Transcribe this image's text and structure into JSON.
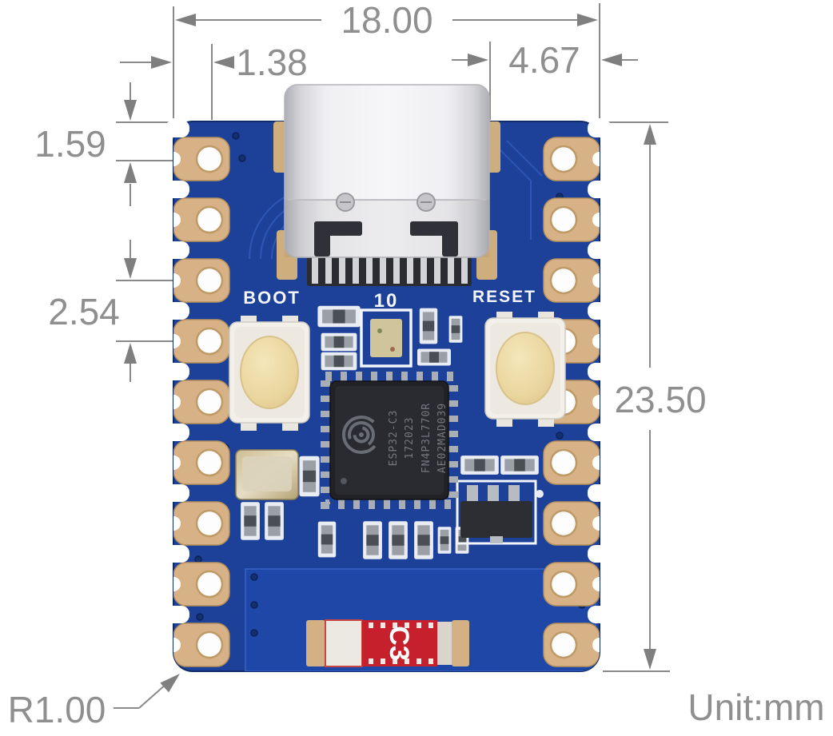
{
  "diagram": {
    "unit_note": "Unit:mm",
    "dims": {
      "board_width": "18.00",
      "pin_column_offset": "1.38",
      "usb_right_offset": "4.67",
      "first_pin_offset": "1.59",
      "pin_pitch": "2.54",
      "board_height": "23.50",
      "corner_radius": "R1.00"
    }
  },
  "board": {
    "silkscreen": {
      "boot": "BOOT",
      "led_gpio": "10",
      "reset": "RESET"
    },
    "chip_marking": [
      "ESP32-C3",
      "172023",
      "FN4P3L770R",
      "AE02MAD039"
    ],
    "antenna_marking": "C3",
    "pins_per_side": 9
  },
  "colors": {
    "pcb_blue": "#1d4199",
    "keepout_blue": "#1f48a8",
    "trace_blue": "#2e56b4",
    "pad_gold": "#d7b287",
    "antenna_red": "#c5202b",
    "dimension_gray": "#8a8a8a",
    "silkscreen_white": "#f2f5fa",
    "chip_black": "#222226"
  }
}
